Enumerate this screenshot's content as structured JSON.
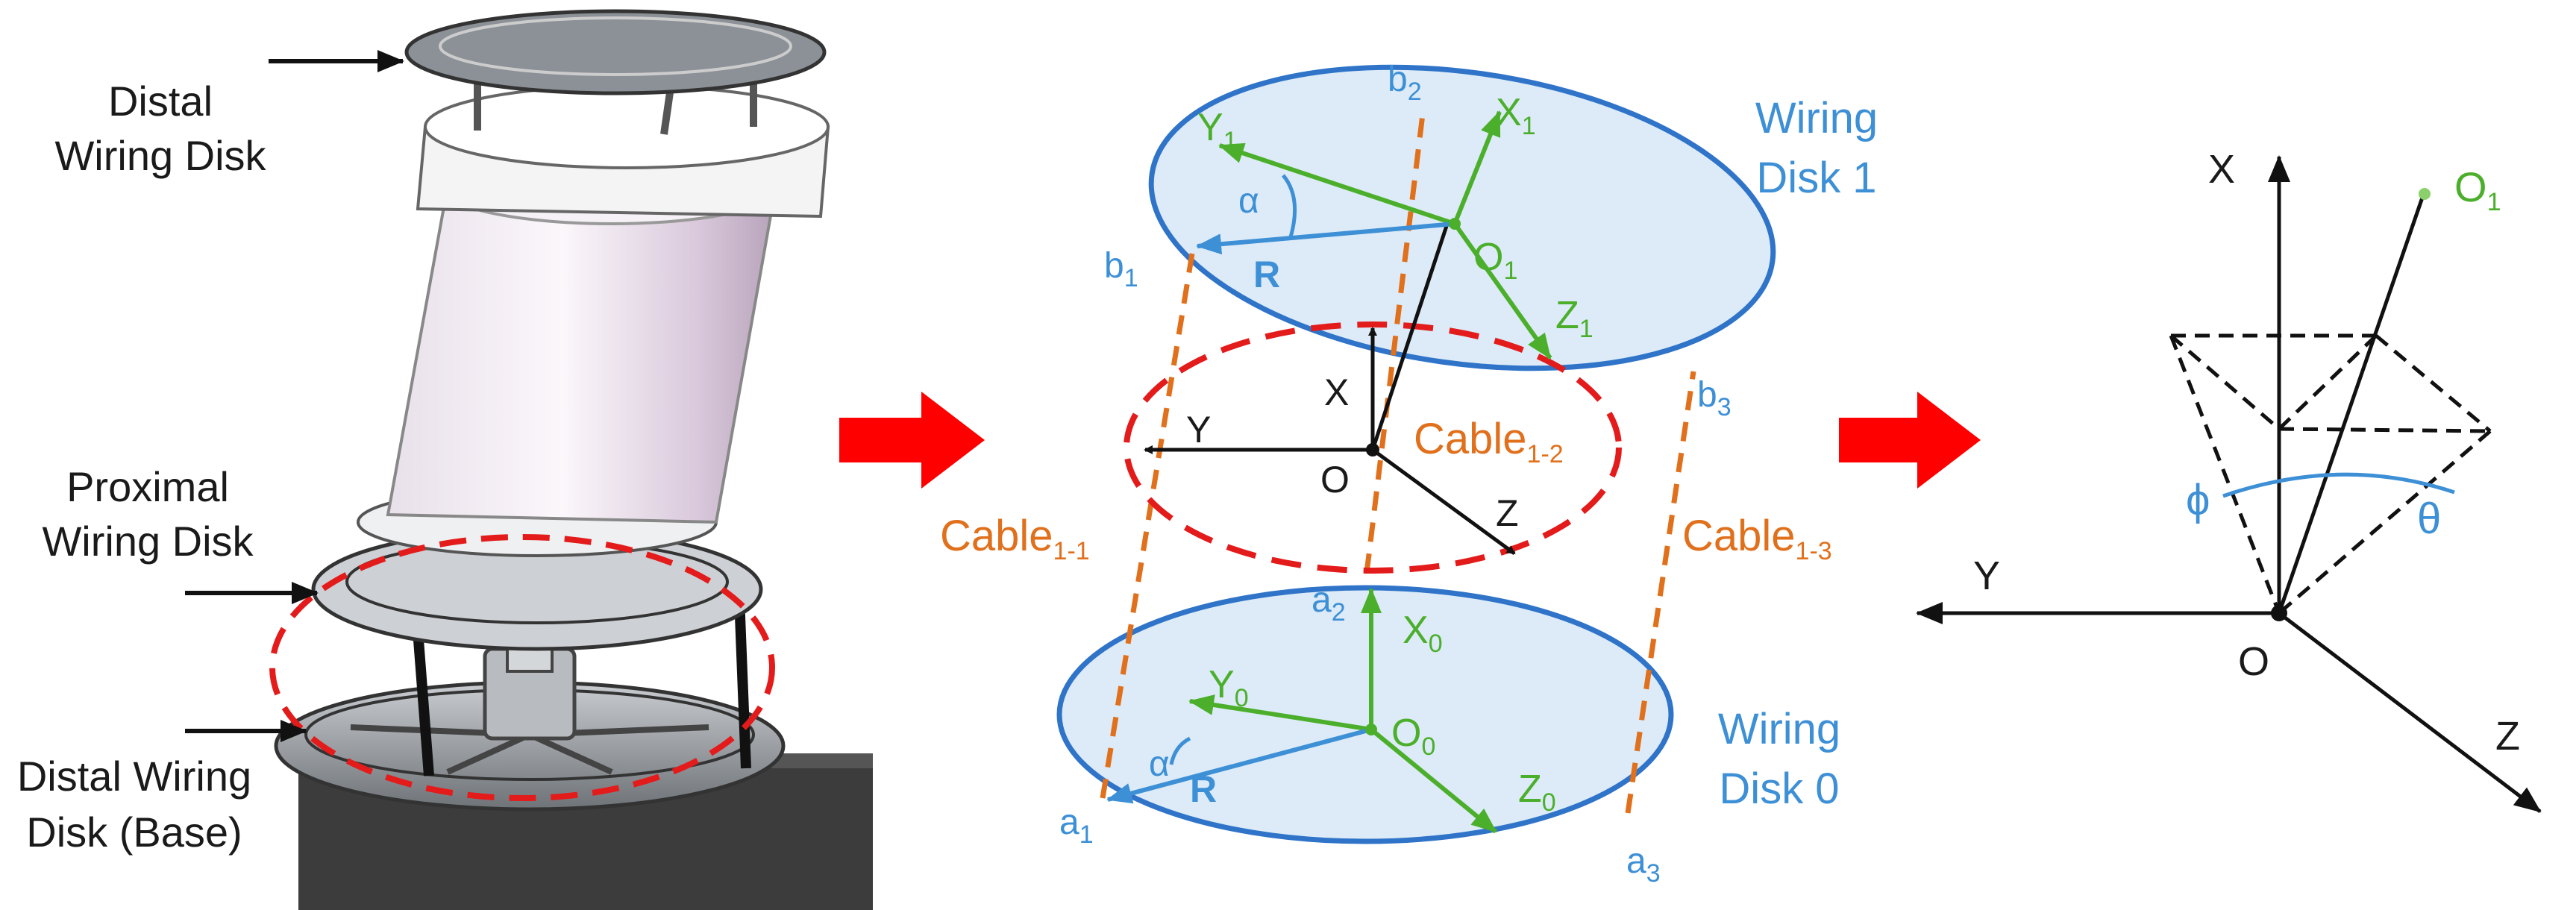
{
  "panel_photo": {
    "labels": {
      "distal_line1": "Distal",
      "distal_line2": "Wiring Disk",
      "proximal_line1": "Proximal",
      "proximal_line2": "Wiring Disk",
      "base_line1": "Distal Wiring",
      "base_line2": "Disk (Base)"
    }
  },
  "panel_model": {
    "disk1_line1": "Wiring",
    "disk1_line2": "Disk 1",
    "disk0_line1": "Wiring",
    "disk0_line2": "Disk 0",
    "cable": "Cable",
    "cable_11_sub": "1-1",
    "cable_12_sub": "1-2",
    "cable_13_sub": "1-3",
    "r_label": "R",
    "alpha": "α",
    "axis_x": "X",
    "axis_y": "Y",
    "axis_z": "Z",
    "origin": "O",
    "sub0": "0",
    "sub1": "1",
    "sub2": "2",
    "sub3": "3",
    "pt_a": "a",
    "pt_b": "b"
  },
  "panel_angles": {
    "axis_x": "X",
    "axis_y": "Y",
    "axis_z": "Z",
    "origin": "O",
    "o1": "O",
    "o1_sub": "1",
    "phi": "ϕ",
    "theta": "θ"
  },
  "colors": {
    "arrow_red": "#ff0000",
    "disk_fill": "#dcebf7",
    "disk_stroke": "#2f74c8",
    "cable_orange": "#e0701c",
    "frame_green": "#4caf2c",
    "label_blue": "#3d8fd6"
  }
}
